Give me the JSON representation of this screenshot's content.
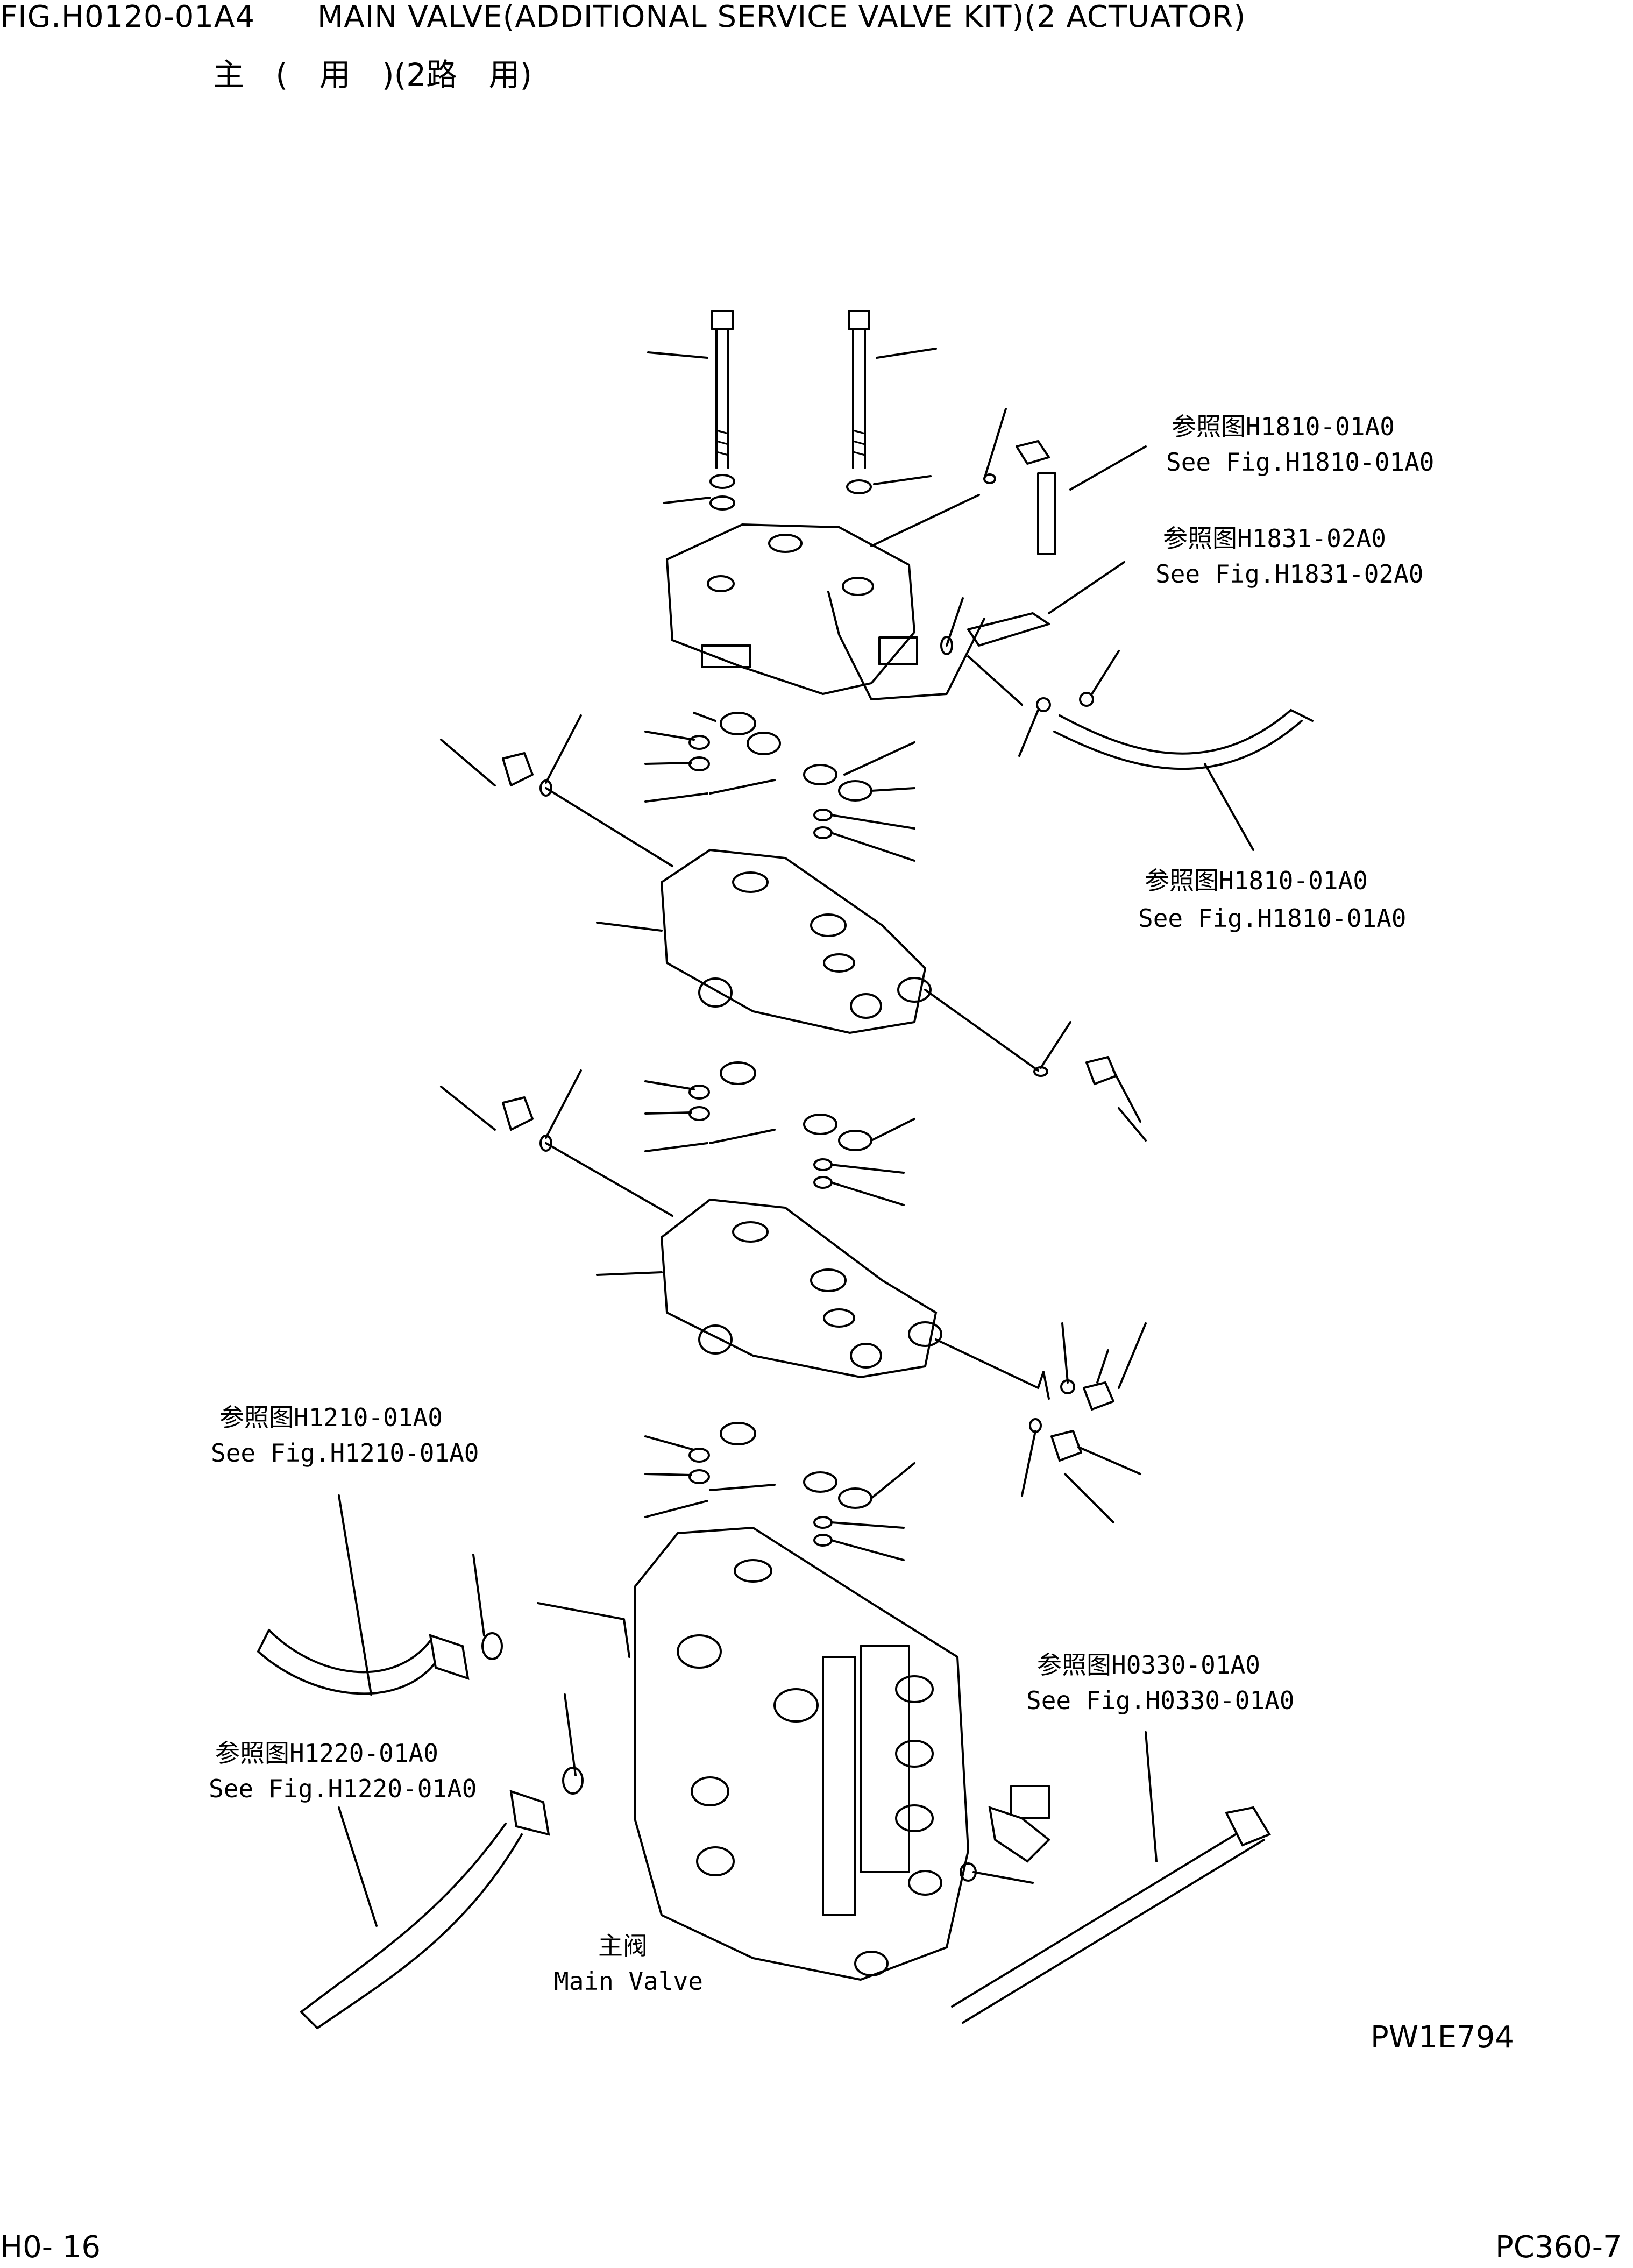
{
  "header": {
    "figure_id": "FIG.H0120-01A4",
    "title": "MAIN VALVE(ADDITIONAL SERVICE VALVE KIT)(2 ACTUATOR)",
    "subtitle_cn": "主 ( 用 )(2路 用)"
  },
  "references": [
    {
      "cn": "参照图H1810-01A0",
      "en": "See Fig.H1810-01A0"
    },
    {
      "cn": "参照图H1831-02A0",
      "en": "See Fig.H1831-02A0"
    },
    {
      "cn": "参照图H1810-01A0",
      "en": "See Fig.H1810-01A0"
    },
    {
      "cn": "参照图H1210-01A0",
      "en": "See Fig.H1210-01A0"
    },
    {
      "cn": "参照图H1220-01A0",
      "en": "See Fig.H1220-01A0"
    },
    {
      "cn": "参照图H0330-01A0",
      "en": "See Fig.H0330-01A0"
    }
  ],
  "main_valve_label": {
    "cn": "主阀",
    "en": "Main Valve"
  },
  "drawing_code": "PW1E794",
  "footer": {
    "page": "H0- 16",
    "model": "PC360-7"
  }
}
